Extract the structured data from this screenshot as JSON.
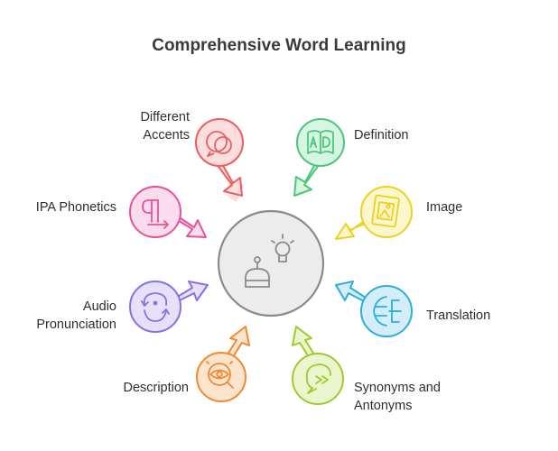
{
  "title": "Comprehensive Word Learning",
  "items": [
    {
      "id": "accents",
      "lines": [
        "Different",
        "Accents"
      ],
      "icon": "speech-bubbles-icon",
      "color": "#ee5d5d",
      "fill": "#fcdede"
    },
    {
      "id": "definition",
      "lines": [
        "Definition"
      ],
      "icon": "open-book-icon",
      "color": "#4cc77a",
      "fill": "#d7f5e2"
    },
    {
      "id": "ipa",
      "lines": [
        "IPA Phonetics"
      ],
      "icon": "pilcrow-icon",
      "color": "#e8529a",
      "fill": "#fbdced"
    },
    {
      "id": "image",
      "lines": [
        "Image"
      ],
      "icon": "picture-frame-icon",
      "color": "#ecd21e",
      "fill": "#fcf6cc"
    },
    {
      "id": "audio",
      "lines": [
        "Audio",
        "Pronunciation"
      ],
      "icon": "refresh-sound-icon",
      "color": "#8a6ee6",
      "fill": "#e7e0fb"
    },
    {
      "id": "translation",
      "lines": [
        "Translation"
      ],
      "icon": "translate-icon",
      "color": "#2aaee2",
      "fill": "#d4eef9"
    },
    {
      "id": "description",
      "lines": [
        "Description"
      ],
      "icon": "eye-magnifier-icon",
      "color": "#f08a30",
      "fill": "#fde4cc"
    },
    {
      "id": "synonyms",
      "lines": [
        "Synonyms and",
        "Antonyms"
      ],
      "icon": "chat-arrows-icon",
      "color": "#9ccc2a",
      "fill": "#ebf6cf"
    }
  ],
  "center": {
    "icon": "robot-lightbulb-icon",
    "color": "#8a8a8a",
    "fill": "#ececec"
  }
}
